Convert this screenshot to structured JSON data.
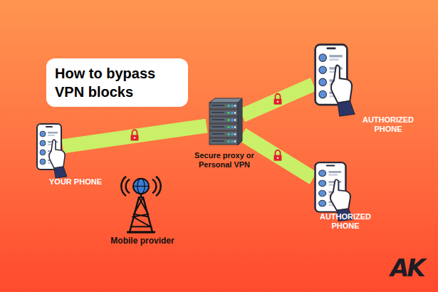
{
  "diagram": {
    "title": "How to bypass VPN blocks",
    "nodes": [
      {
        "text": [
          "YOUR PHONE"
        ]
      },
      {
        "text": [
          "Secure proxy or Personal VPN"
        ]
      },
      {
        "text": [
          "AUTHORIZED PHONE"
        ]
      },
      {
        "text": [
          "AUTHORIZED PHONE"
        ]
      },
      {
        "text": [
          "Mobile provider"
        ]
      }
    ],
    "edges": [
      {
        "from": 0,
        "to": 1,
        "arrow": "none"
      },
      {
        "from": 1,
        "to": 2,
        "arrow": "none"
      },
      {
        "from": 1,
        "to": 3,
        "arrow": "none"
      }
    ],
    "labels": [
      "AK"
    ]
  }
}
